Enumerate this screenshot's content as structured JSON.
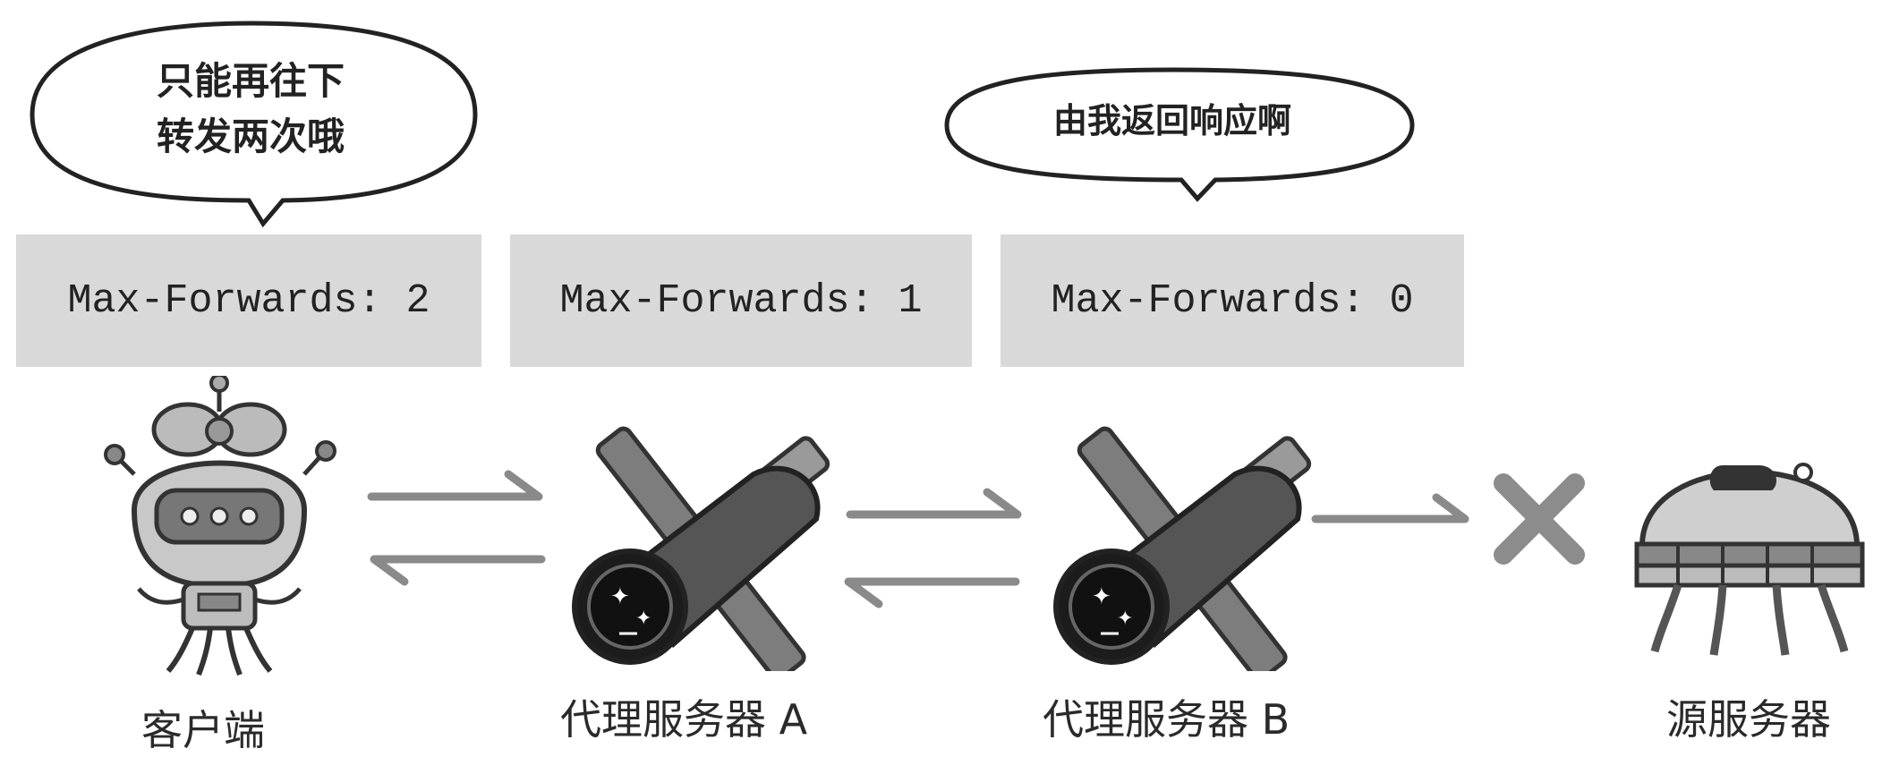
{
  "bubbles": {
    "client_line1": "只能再往下",
    "client_line2": "转发两次哦",
    "proxy_b": "由我返回响应啊"
  },
  "headers": [
    "Max-Forwards: 2",
    "Max-Forwards: 1",
    "Max-Forwards: 0"
  ],
  "nodes": {
    "client": "客户端",
    "proxy_a": "代理服务器 A",
    "proxy_b": "代理服务器 B",
    "origin": "源服务器"
  },
  "icons": {
    "client": "robot-client-icon",
    "proxy": "jet-engine-proxy-icon",
    "origin": "jellyfish-server-icon",
    "blocked": "cross-icon"
  },
  "colors": {
    "header_bg": "#d9d9d9",
    "arrow": "#8a8a8a",
    "cross": "#8c8c8c"
  }
}
